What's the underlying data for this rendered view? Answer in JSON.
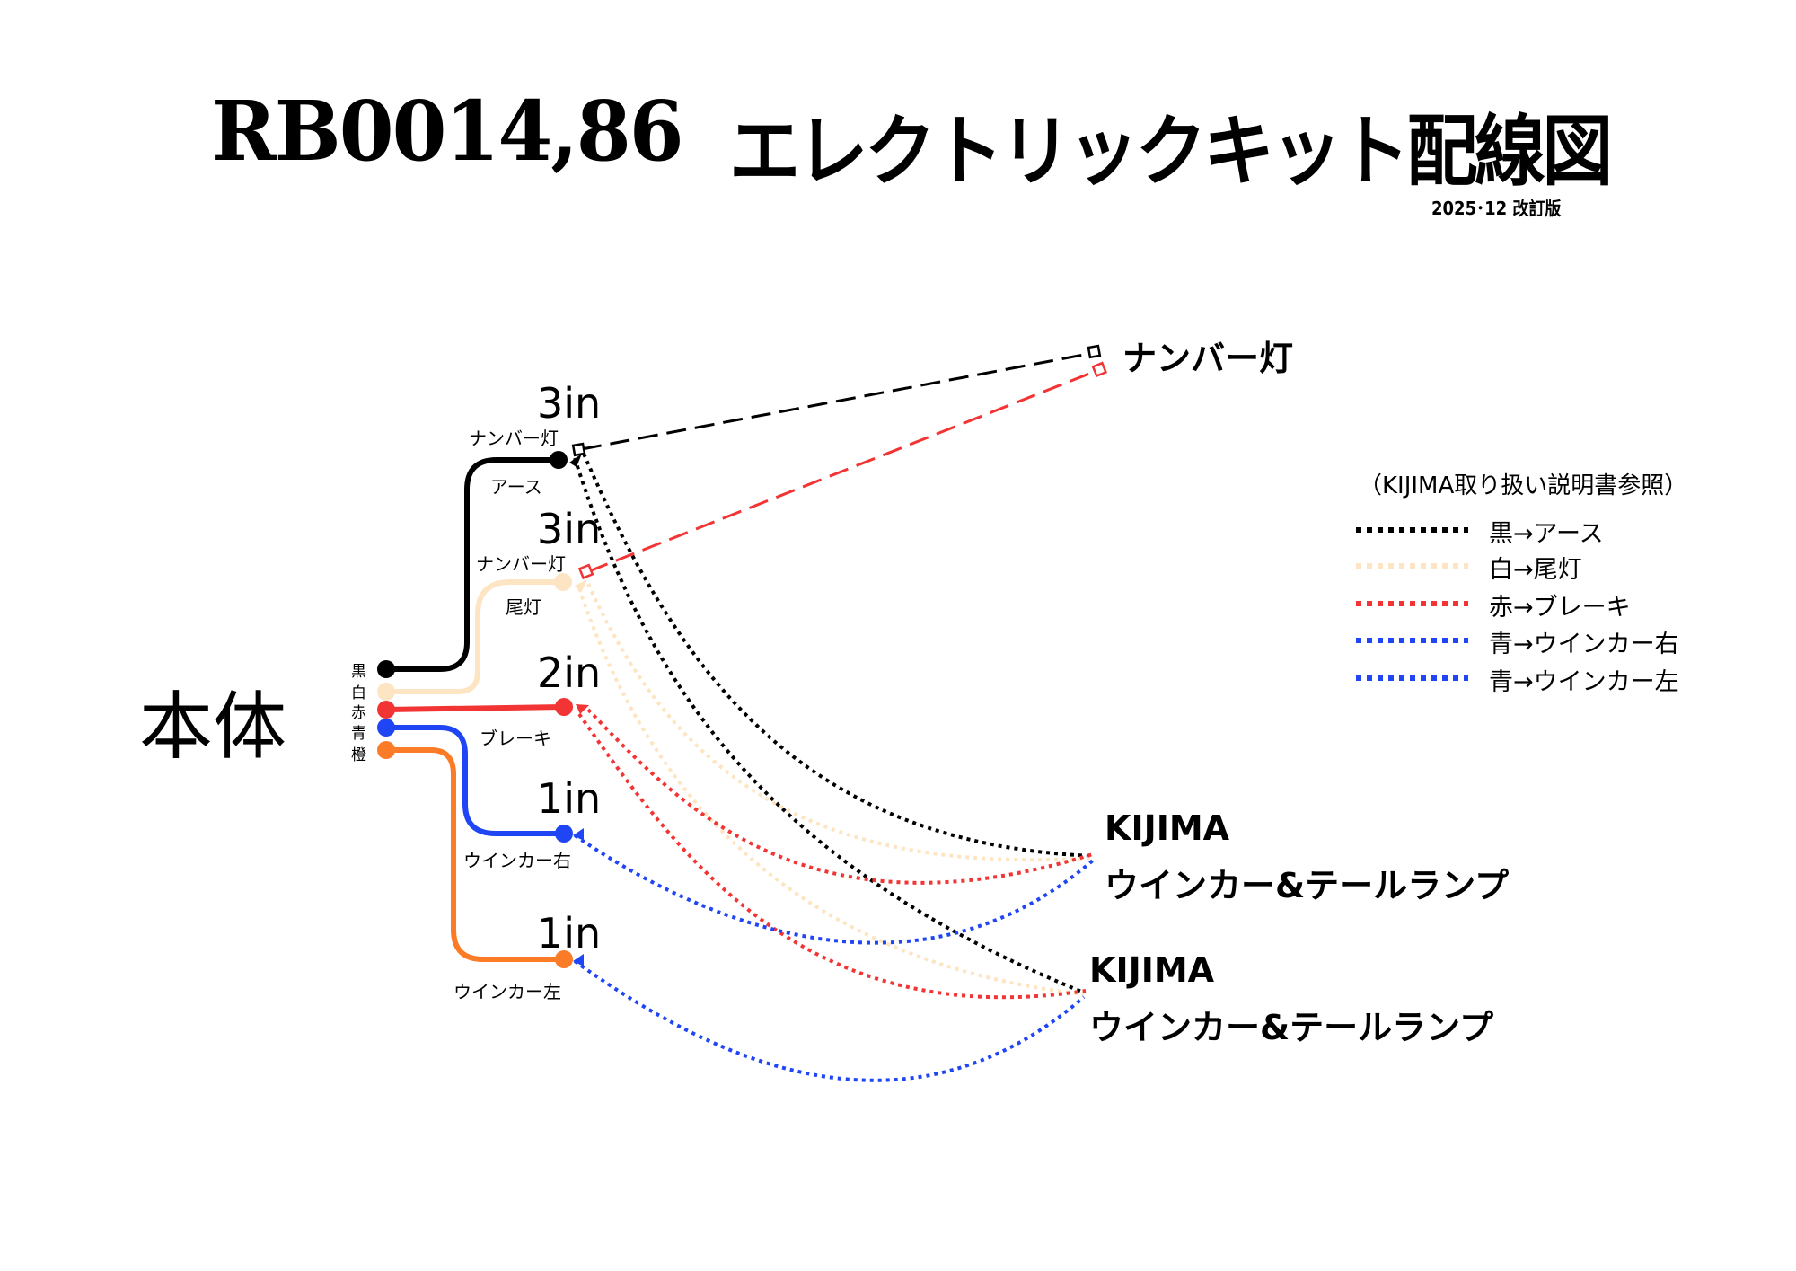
{
  "header": {
    "title_code": "RB0014,86",
    "title_jp": "エレクトリックキット配線図",
    "revision": "2025･12 改訂版"
  },
  "body_label": "本体",
  "wire_colors": {
    "black": "#000000",
    "white": "#fde5c3",
    "red": "#f23434",
    "blue": "#1f45f5",
    "orange": "#fb7b26"
  },
  "color_tags": [
    "黒",
    "白",
    "赤",
    "青",
    "橙"
  ],
  "terminals": [
    {
      "gauge": "3in",
      "name": "ナンバー灯",
      "function": "アース",
      "wire": "black"
    },
    {
      "gauge": "3in",
      "name": "ナンバー灯",
      "function": "尾灯",
      "wire": "white"
    },
    {
      "gauge": "2in",
      "name": "",
      "function": "ブレーキ",
      "wire": "red"
    },
    {
      "gauge": "1in",
      "name": "",
      "function": "ウインカー右",
      "wire": "blue"
    },
    {
      "gauge": "1in",
      "name": "",
      "function": "ウインカー左",
      "wire": "orange"
    }
  ],
  "targets": {
    "number_light": "ナンバー灯",
    "lamp_upper": {
      "brand": "KIJIMA",
      "name": "ウインカー&テールランプ"
    },
    "lamp_lower": {
      "brand": "KIJIMA",
      "name": "ウインカー&テールランプ"
    }
  },
  "legend": {
    "note": "（KIJIMA取り扱い説明書参照）",
    "items": [
      {
        "label": "黒→アース",
        "color": "#000000"
      },
      {
        "label": "白→尾灯",
        "color": "#fde5c3"
      },
      {
        "label": "赤→ブレーキ",
        "color": "#f23434"
      },
      {
        "label": "青→ウインカー右",
        "color": "#1f45f5"
      },
      {
        "label": "青→ウインカー左",
        "color": "#1f45f5"
      }
    ]
  }
}
